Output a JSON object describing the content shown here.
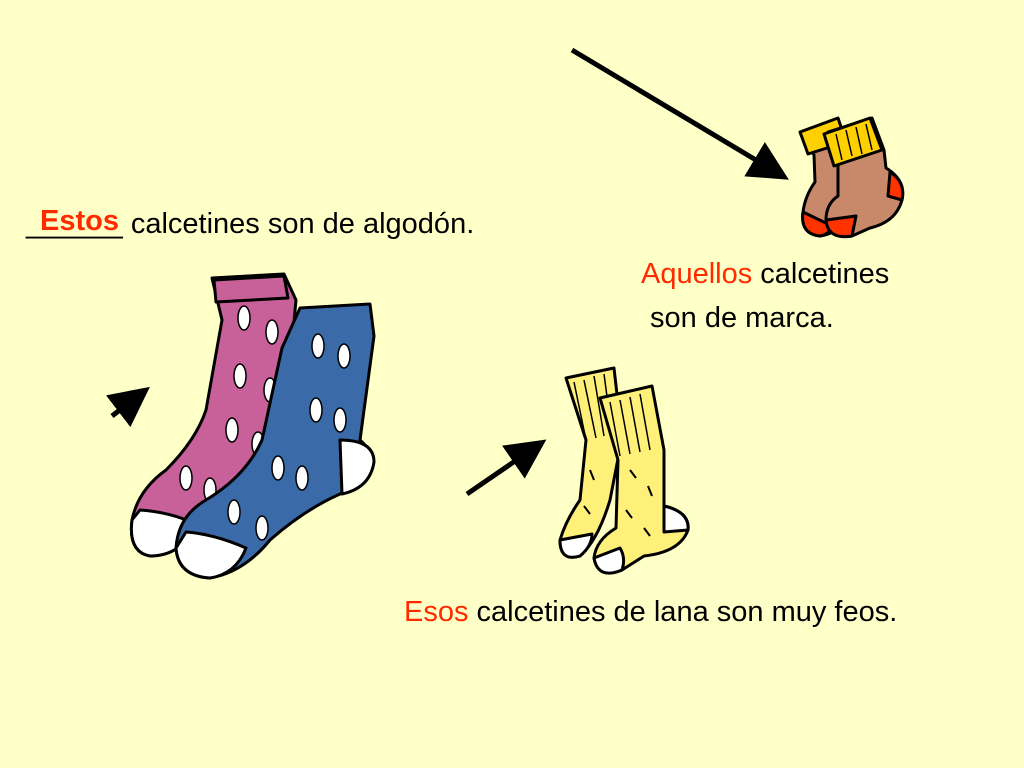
{
  "sentence1": {
    "blank": "______",
    "answer": "Estos",
    "rest": " calcetines son de algodón."
  },
  "sentence2": {
    "keyword": "Aquellos",
    "rest_line1": " calcetines",
    "line2": "son de marca."
  },
  "sentence3": {
    "keyword": "Esos",
    "rest": " calcetines de lana son muy feos."
  },
  "colors": {
    "background": "#ffffc8",
    "highlight": "#ff2a00",
    "pink_sock": "#c8609a",
    "blue_sock": "#3a6aa8",
    "yellow_sock": "#fff07a",
    "brown_sock": "#c8886a"
  },
  "icons": [
    "arrow-icon",
    "pink-sock-icon",
    "blue-sock-icon",
    "yellow-socks-icon",
    "brown-socks-icon"
  ]
}
